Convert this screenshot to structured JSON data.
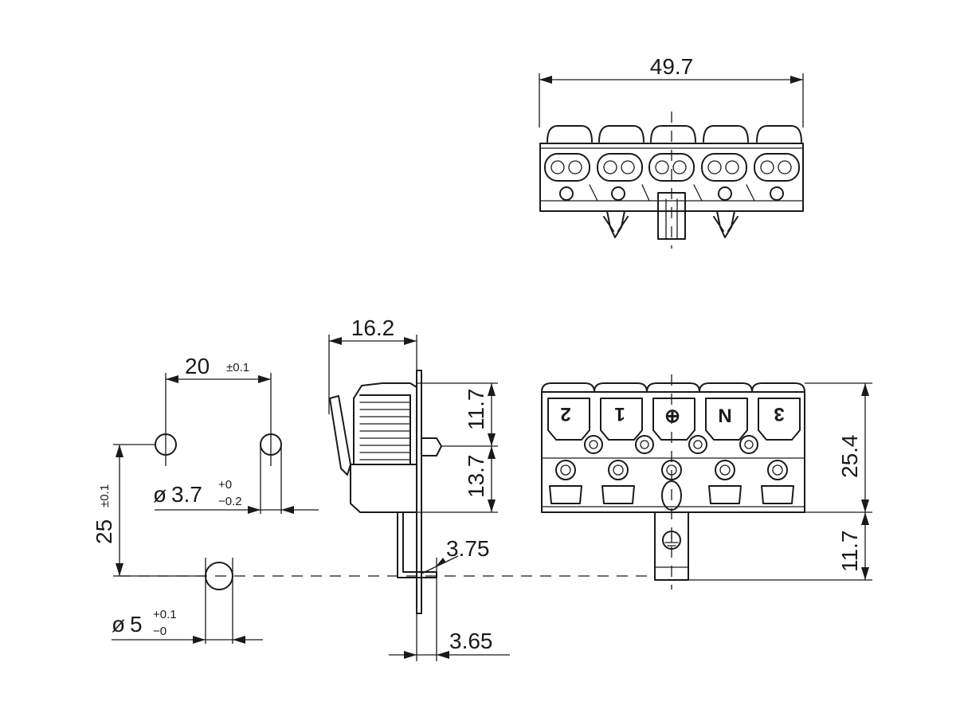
{
  "dimensions": {
    "top_width": "49.7",
    "depth": "16.2",
    "hole_spacing": "20",
    "hole_spacing_tol": "±0.1",
    "hole_vertical": "25",
    "hole_vertical_tol": "±0.1",
    "small_hole_prefix": "ø",
    "small_hole": "3.7",
    "small_hole_tol_upper": "+0",
    "small_hole_tol_lower": "−0.2",
    "large_hole_prefix": "ø",
    "large_hole": "5",
    "large_hole_tol_upper": "+0.1",
    "large_hole_tol_lower": "−0",
    "upper_height": "11.7",
    "mid_height": "13.7",
    "offset_a": "3.75",
    "offset_b": "3.65",
    "total_height": "25.4",
    "tab_height": "11.7"
  },
  "terminal_markings": [
    "2",
    "1",
    "⊕",
    "N",
    "3"
  ]
}
